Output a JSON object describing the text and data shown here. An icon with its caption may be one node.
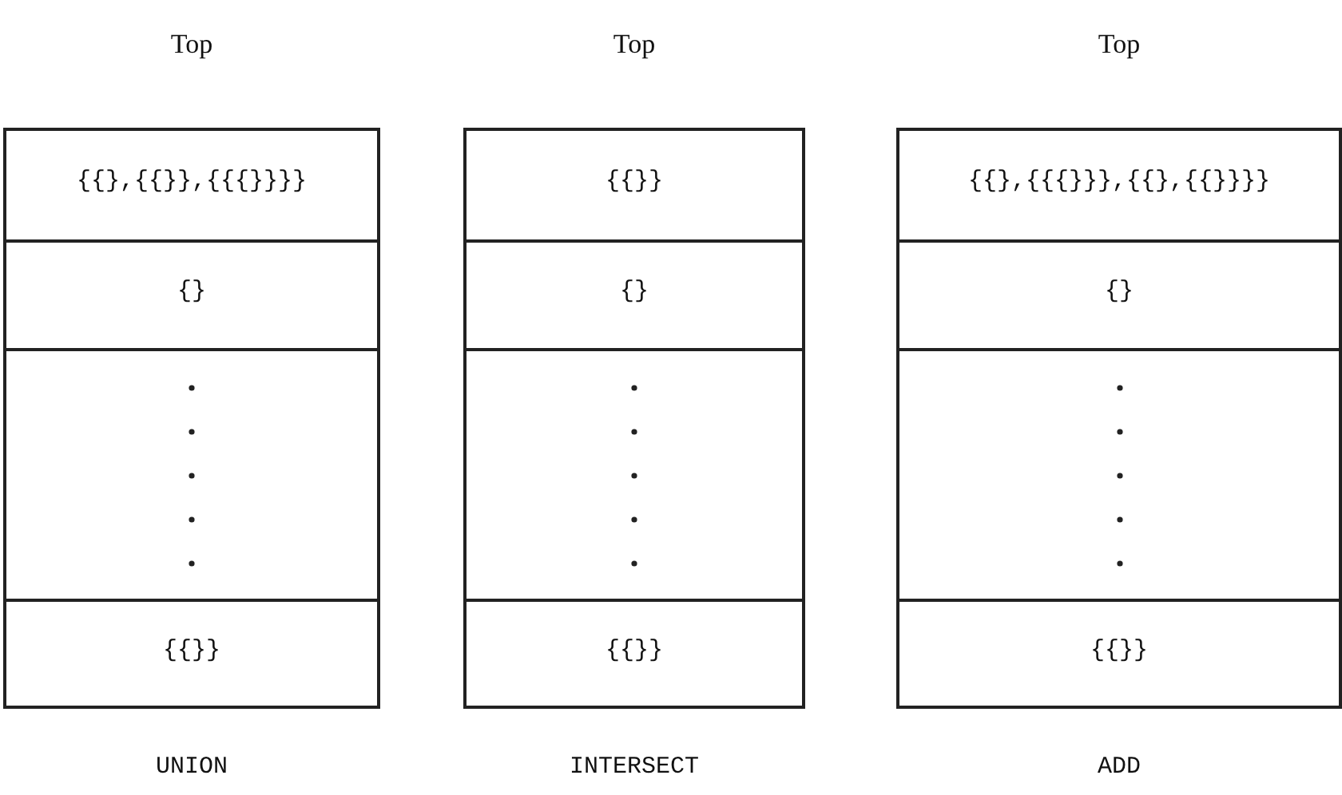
{
  "diagram": {
    "nodes": [
      {
        "text": [
          "Top",
          "UNION"
        ]
      },
      {
        "text": [
          "{{},{{}},{{{}}}}"
        ],
        "in": 0
      },
      {
        "text": [
          "{}"
        ],
        "in": 0
      },
      {
        "text": [],
        "shape": "box",
        "in": 0
      },
      {
        "text": [
          "{{}}"
        ],
        "in": 0
      },
      {
        "text": [
          "Top",
          "INTERSECT"
        ]
      },
      {
        "text": [
          "{{}}"
        ],
        "in": 5
      },
      {
        "text": [
          "{}"
        ],
        "in": 5
      },
      {
        "text": [],
        "shape": "box",
        "in": 5
      },
      {
        "text": [
          "{{}}"
        ],
        "in": 5
      },
      {
        "text": [
          "Top",
          "ADD"
        ]
      },
      {
        "text": [
          "{{},{{{}}},{{},{{}}}}"
        ],
        "in": 10
      },
      {
        "text": [
          "{}"
        ],
        "in": 10
      },
      {
        "text": [],
        "shape": "box",
        "in": 10
      },
      {
        "text": [
          "{{}}"
        ],
        "in": 10
      }
    ],
    "edges": []
  }
}
